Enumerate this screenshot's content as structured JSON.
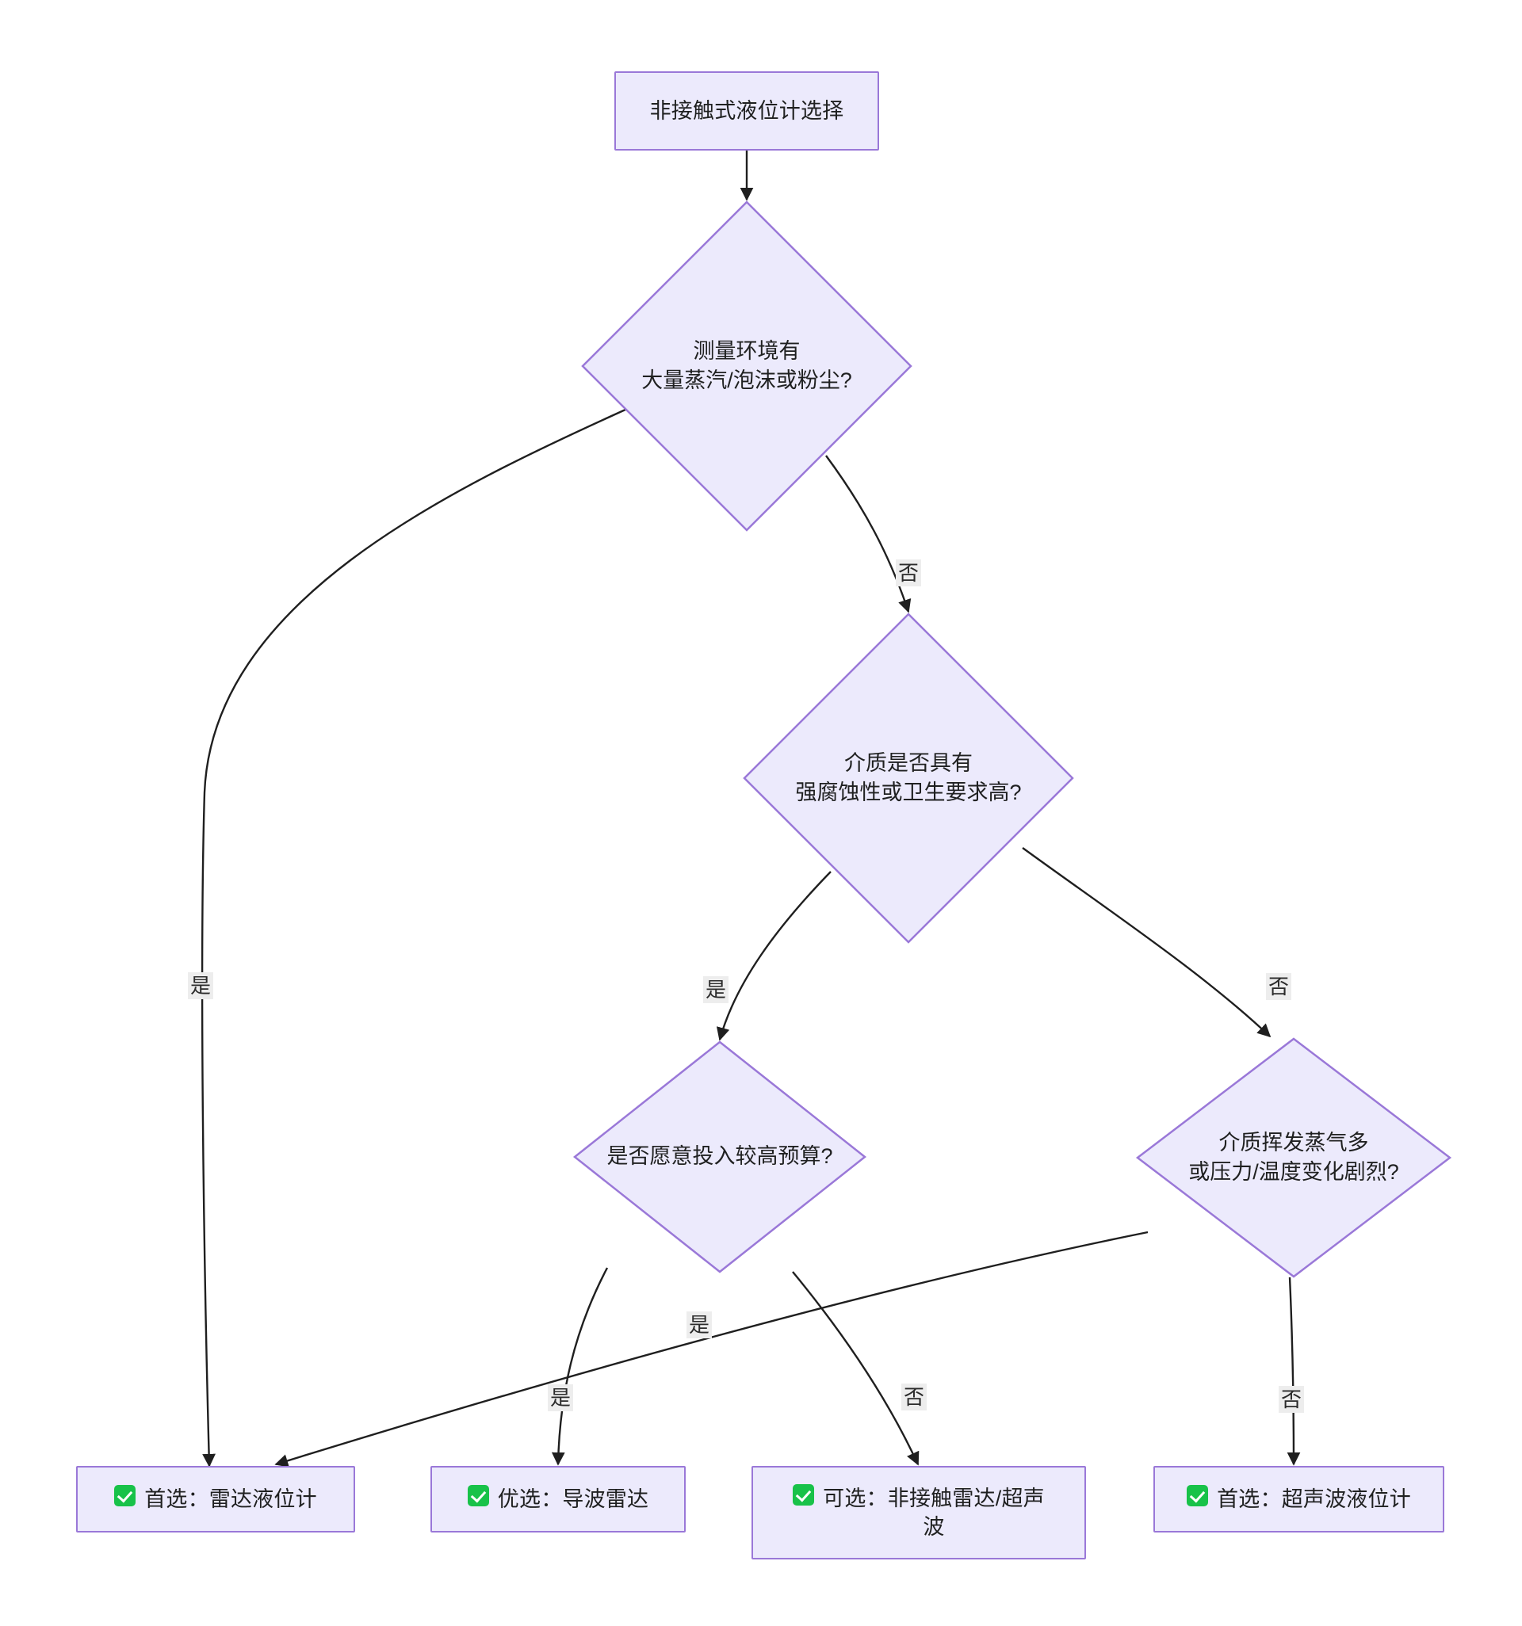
{
  "diagram": {
    "type": "flowchart",
    "title_node": "非接触式液位计选择",
    "theme": {
      "node_fill": "#eceafc",
      "node_border": "#9a78d8",
      "edge_color": "#1f1f1f",
      "edge_label_bg": "#ededed",
      "text_color": "#1f2020",
      "check_color": "#18c249",
      "background": "#ffffff"
    },
    "nodes": [
      {
        "id": "start",
        "shape": "rect",
        "label": "非接触式液位计选择"
      },
      {
        "id": "d1",
        "shape": "diamond",
        "label": "测量环境有\n大量蒸汽/泡沫或粉尘?"
      },
      {
        "id": "d2",
        "shape": "diamond",
        "label": "介质是否具有\n强腐蚀性或卫生要求高?"
      },
      {
        "id": "d3",
        "shape": "diamond",
        "label": "是否愿意投入较高预算?"
      },
      {
        "id": "d4",
        "shape": "diamond",
        "label": "介质挥发蒸气多\n或压力/温度变化剧烈?"
      },
      {
        "id": "r1",
        "shape": "rect",
        "label": "首选：雷达液位计",
        "icon": "check-icon"
      },
      {
        "id": "r2",
        "shape": "rect",
        "label": "优选：导波雷达",
        "icon": "check-icon"
      },
      {
        "id": "r3",
        "shape": "rect",
        "label": "可选：非接触雷达/超声\n波",
        "icon": "check-icon"
      },
      {
        "id": "r4",
        "shape": "rect",
        "label": "首选：超声波液位计",
        "icon": "check-icon"
      }
    ],
    "edges": [
      {
        "from": "start",
        "to": "d1",
        "label": ""
      },
      {
        "from": "d1",
        "to": "r1",
        "label": "是"
      },
      {
        "from": "d1",
        "to": "d2",
        "label": "否"
      },
      {
        "from": "d2",
        "to": "d3",
        "label": "是"
      },
      {
        "from": "d2",
        "to": "d4",
        "label": "否"
      },
      {
        "from": "d3",
        "to": "r2",
        "label": "是"
      },
      {
        "from": "d3",
        "to": "r3",
        "label": "否"
      },
      {
        "from": "d4",
        "to": "r1",
        "label": "是"
      },
      {
        "from": "d4",
        "to": "r4",
        "label": "否"
      }
    ],
    "edge_labels": {
      "d1_yes": "是",
      "d1_no": "否",
      "d2_yes": "是",
      "d2_no": "否",
      "d3_yes": "是",
      "d3_no": "否",
      "d4_yes": "是",
      "d4_no": "否"
    }
  }
}
